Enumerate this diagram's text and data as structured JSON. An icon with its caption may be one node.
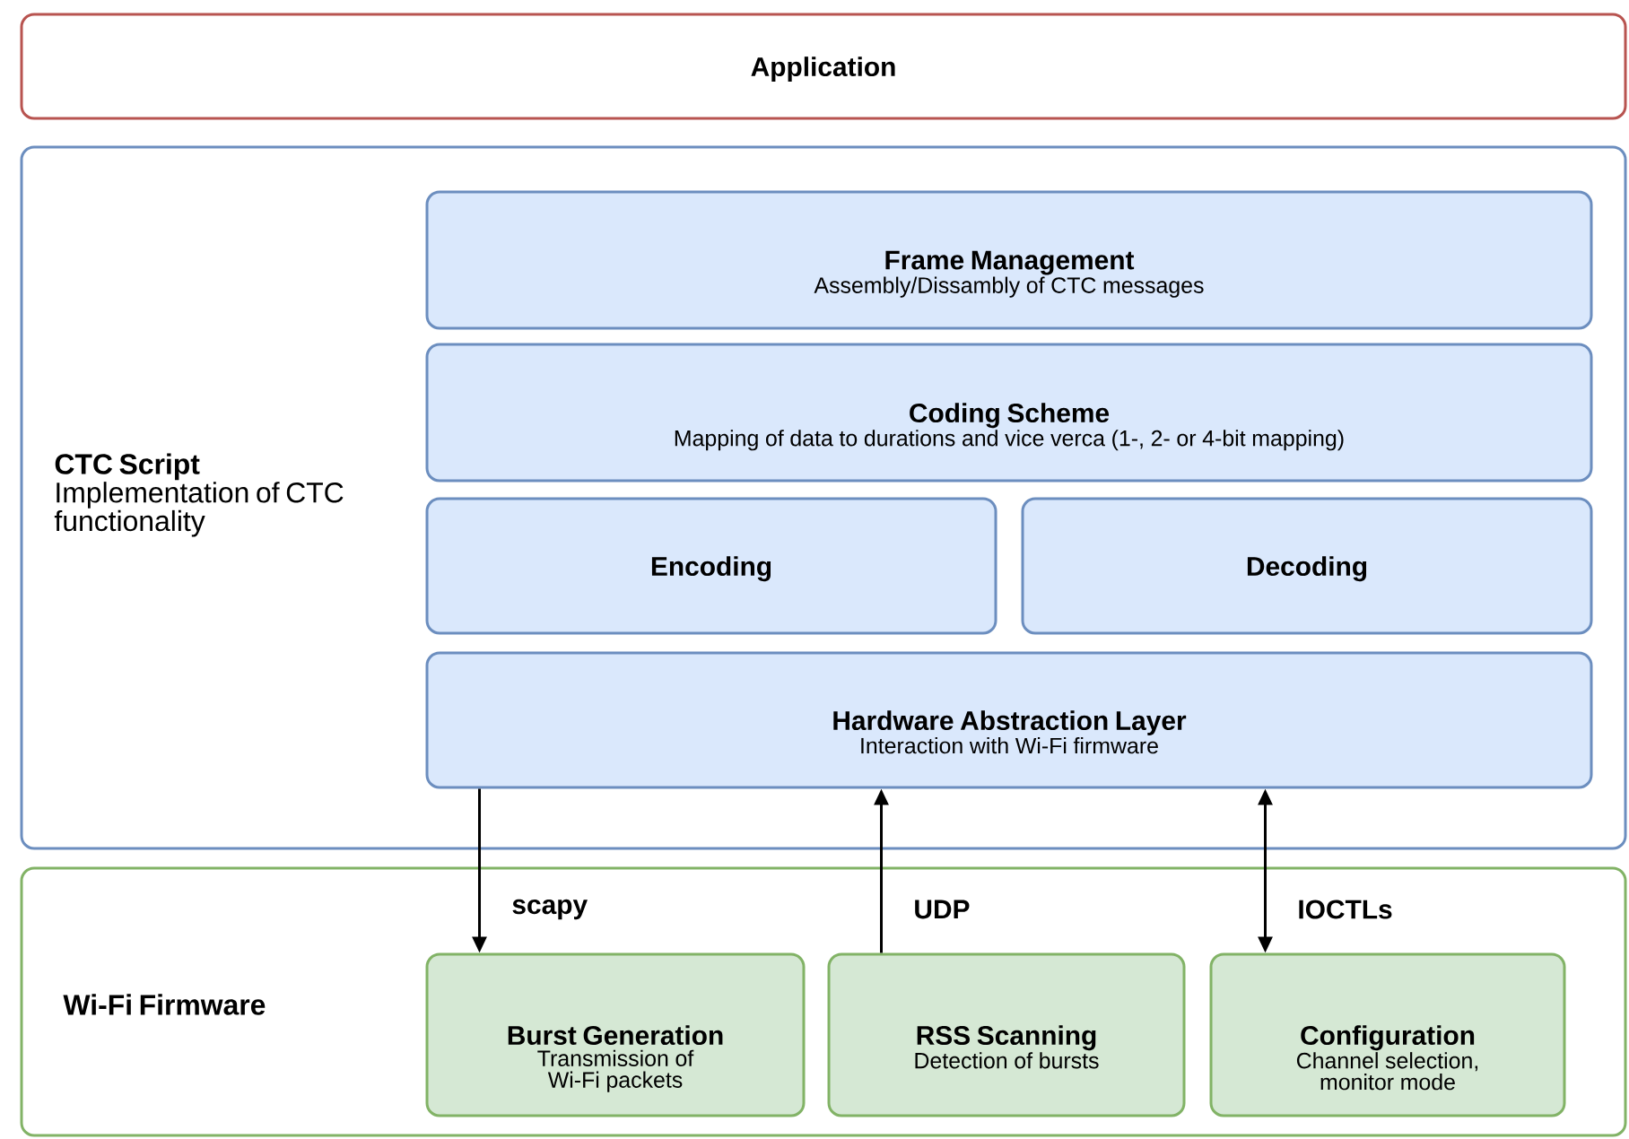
{
  "diagram": {
    "nodes": [
      {
        "text": [
          "Application"
        ]
      },
      {
        "text": [
          "CTC Script",
          "Implementation of CTC functionality"
        ]
      },
      {
        "text": [
          "Frame Management",
          "Assembly/Dissambly of CTC messages"
        ],
        "in": 1
      },
      {
        "text": [
          "Coding Scheme",
          "Mapping of data to durations and vice verca (1-, 2- or 4-bit mapping)"
        ],
        "in": 1
      },
      {
        "text": [
          "Encoding"
        ],
        "in": 1
      },
      {
        "text": [
          "Decoding"
        ],
        "in": 1
      },
      {
        "text": [
          "Hardware Abstraction Layer",
          "Interaction with Wi-Fi firmware"
        ],
        "in": 1
      },
      {
        "text": [
          "Wi-Fi Firmware"
        ]
      },
      {
        "text": [
          "Burst Generation",
          "Transmission of Wi-Fi packets"
        ],
        "in": 7
      },
      {
        "text": [
          "RSS Scanning",
          "Detection of bursts"
        ],
        "in": 7
      },
      {
        "text": [
          "Configuration",
          "Channel selection, monitor mode"
        ],
        "in": 7
      }
    ],
    "edges": [
      {
        "from": 6,
        "to": 8,
        "arrow": "to",
        "label": "scapy"
      },
      {
        "from": 9,
        "to": 6,
        "arrow": "to",
        "label": "UDP"
      },
      {
        "from": 6,
        "to": 10,
        "arrow": "both",
        "label": "IOCTLs"
      }
    ]
  }
}
